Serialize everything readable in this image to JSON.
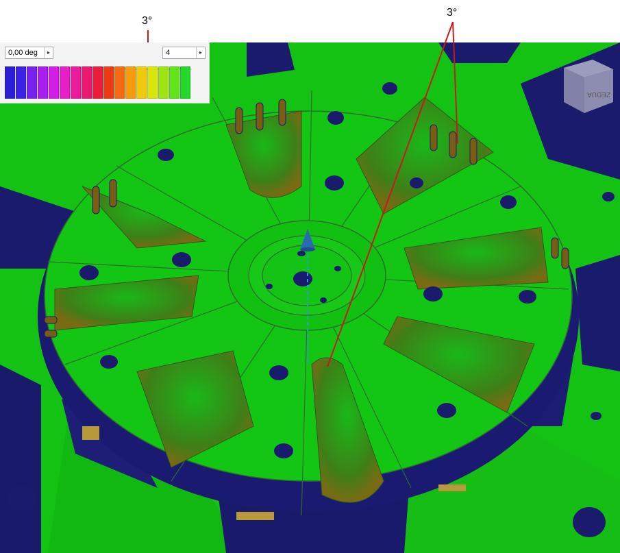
{
  "toolbar": {
    "angle_value": "0,00 deg",
    "steps_value": "4"
  },
  "palette": [
    "#2b1fd6",
    "#3a22e6",
    "#7722ee",
    "#a81ef0",
    "#d21ee6",
    "#e81ec8",
    "#ec1a9c",
    "#ee1870",
    "#ee1a3c",
    "#ee3a12",
    "#f56a10",
    "#f79a0c",
    "#f2c90a",
    "#d8e60e",
    "#9ee414",
    "#60e41a",
    "#22d828"
  ],
  "annotations": {
    "left_label": "3°",
    "right_label": "3°"
  },
  "colors": {
    "part_green": "#12c412",
    "shadow_navy": "#1b1b6e",
    "annotation_red": "#c91a1a",
    "axis_blue": "#2a7fd0"
  },
  "icons": {
    "view_cube": "view-cube-icon",
    "axis": "axis-arrow-icon"
  }
}
